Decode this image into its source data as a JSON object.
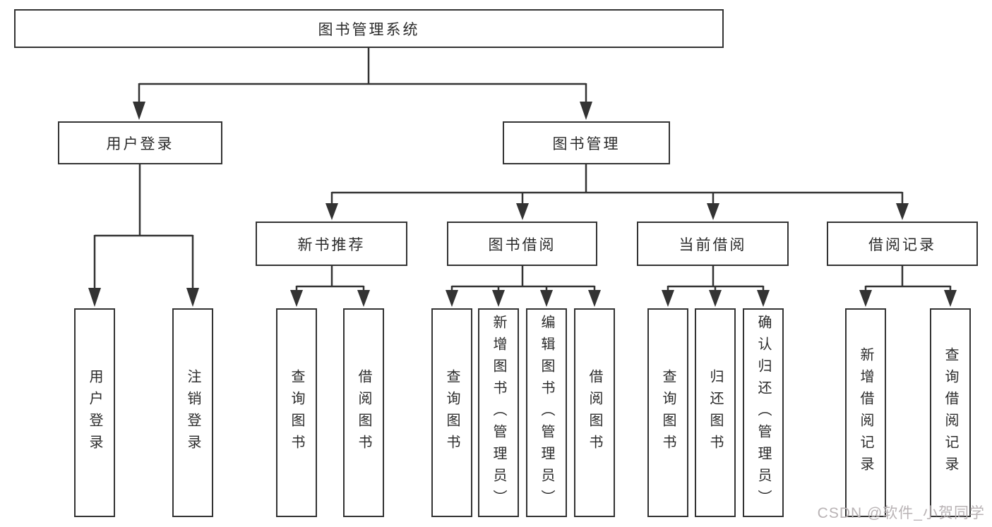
{
  "colors": {
    "line": "#333333",
    "box_border": "#333333",
    "box_background": "#ffffff",
    "text": "#2b2b2b",
    "watermark": "#b9b3b5"
  },
  "watermark": "CSDN @软件_小贺同学",
  "tree": {
    "label": "图书管理系统",
    "children": [
      {
        "label": "用户登录",
        "children": [
          {
            "label": "用户登录"
          },
          {
            "label": "注销登录"
          }
        ]
      },
      {
        "label": "图书管理",
        "children": [
          {
            "label": "新书推荐",
            "children": [
              {
                "label": "查询图书"
              },
              {
                "label": "借阅图书"
              }
            ]
          },
          {
            "label": "图书借阅",
            "children": [
              {
                "label": "查询图书"
              },
              {
                "label": "新增图书（管理员）"
              },
              {
                "label": "编辑图书（管理员）"
              },
              {
                "label": "借阅图书"
              }
            ]
          },
          {
            "label": "当前借阅",
            "children": [
              {
                "label": "查询图书"
              },
              {
                "label": "归还图书"
              },
              {
                "label": "确认归还（管理员）"
              }
            ]
          },
          {
            "label": "借阅记录",
            "children": [
              {
                "label": "新增借阅记录"
              },
              {
                "label": "查询借阅记录"
              }
            ]
          }
        ]
      }
    ]
  }
}
